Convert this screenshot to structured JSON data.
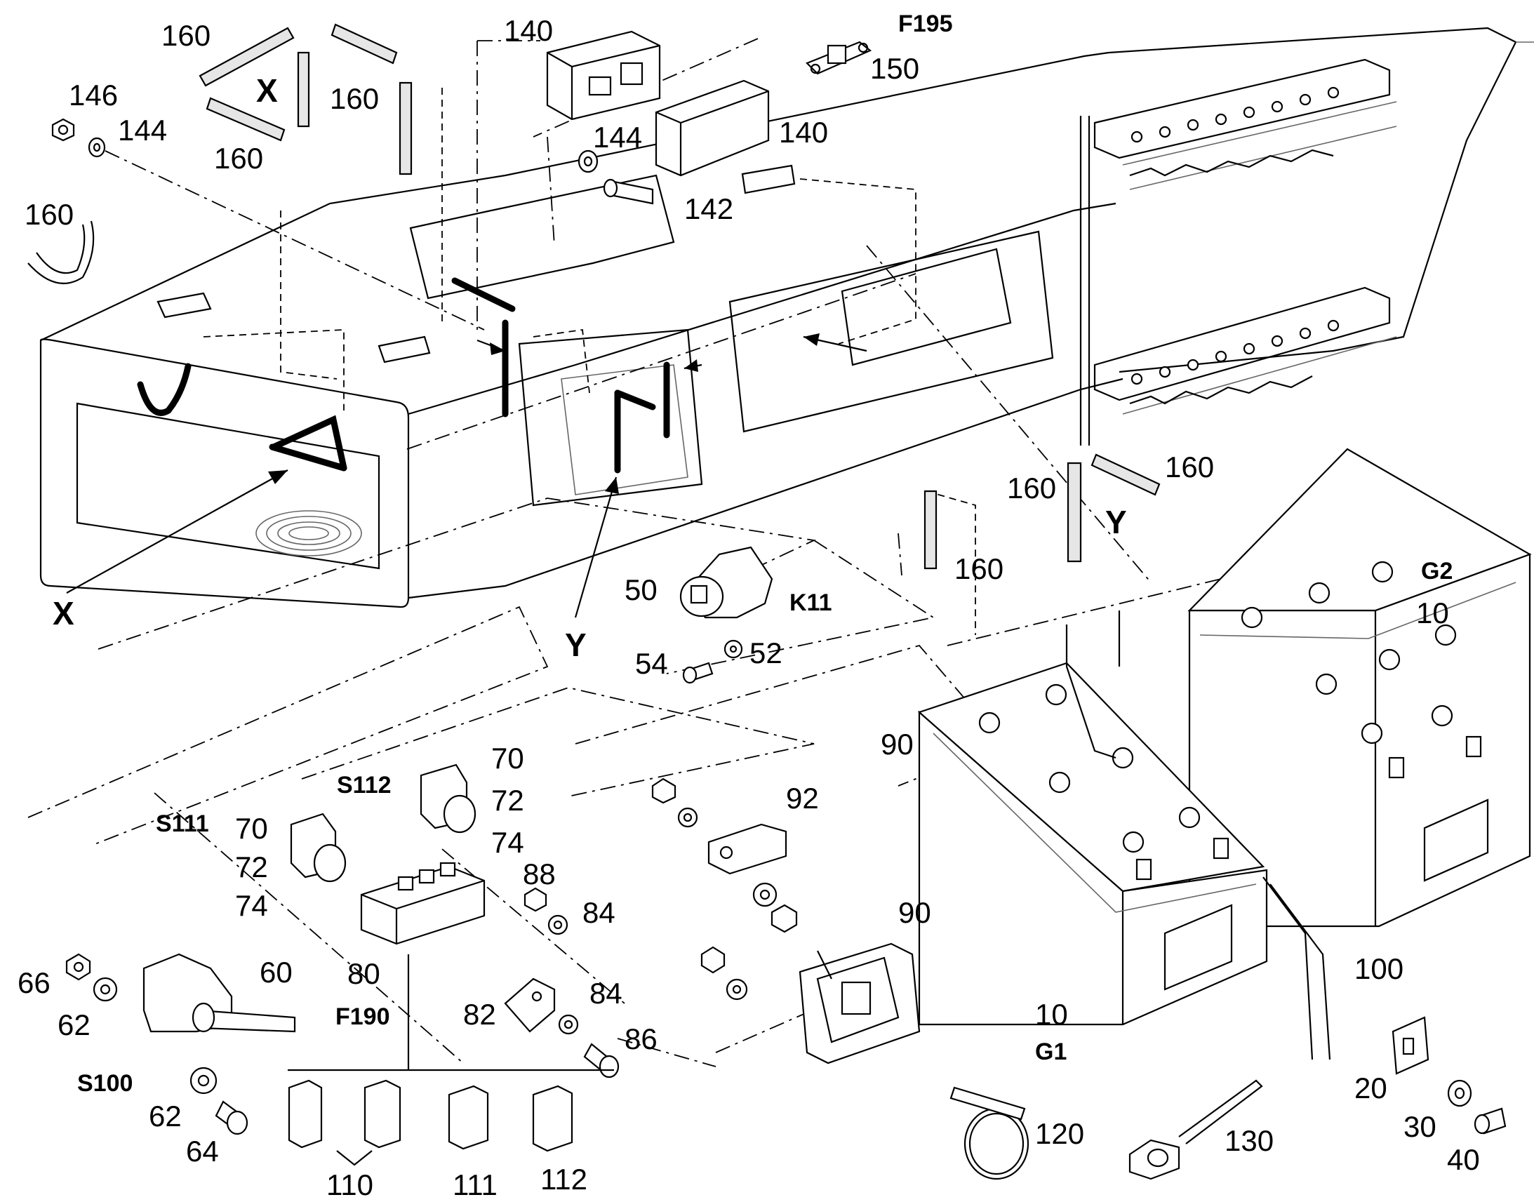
{
  "labels": {
    "l160a": "160",
    "l160b": "160",
    "l160c": "160",
    "l160d": "160",
    "l160e": "160",
    "l160f": "160",
    "l160g": "160",
    "lX1": "X",
    "lX2": "X",
    "lY1": "Y",
    "lY2": "Y",
    "l146": "146",
    "l144a": "144",
    "l144b": "144",
    "l140a": "140",
    "l140b": "140",
    "lF195": "F195",
    "l150": "150",
    "l142": "142",
    "l50": "50",
    "lK11": "K11",
    "l54": "54",
    "l52": "52",
    "lG2": "G2",
    "l10a": "10",
    "l10b": "10",
    "lG1": "G1",
    "l70a": "70",
    "l72a": "72",
    "l74a": "74",
    "lS112": "S112",
    "lS111": "S111",
    "l70b": "70",
    "l72b": "72",
    "l74b": "74",
    "l66": "66",
    "l62a": "62",
    "l60": "60",
    "lS100": "S100",
    "l62b": "62",
    "l64": "64",
    "l80": "80",
    "lF190": "F190",
    "l82": "82",
    "l88": "88",
    "l84a": "84",
    "l84b": "84",
    "l86": "86",
    "l90a": "90",
    "l92": "92",
    "l90b": "90",
    "l100": "100",
    "l20": "20",
    "l30": "30",
    "l40": "40",
    "l120": "120",
    "l130": "130",
    "l110": "110",
    "l111": "111",
    "l112": "112"
  },
  "colors": {
    "line": "#000000",
    "shade": "#e6e6e6",
    "background": "#ffffff"
  }
}
